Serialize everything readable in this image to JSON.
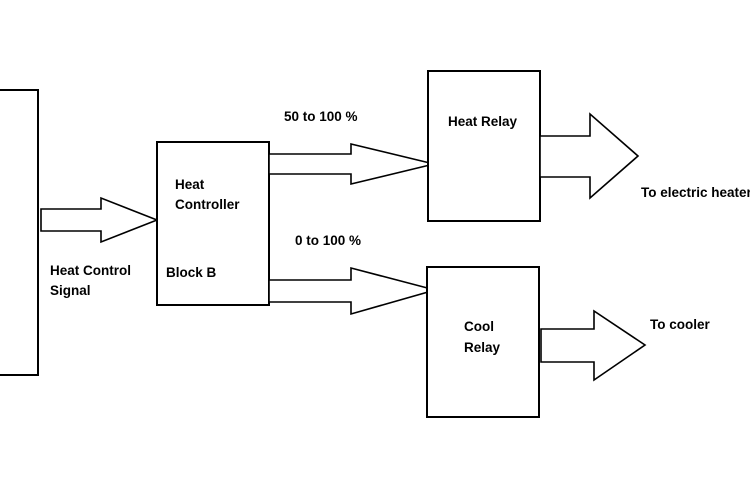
{
  "colors": {
    "stroke": "#000000",
    "fill": "#ffffff",
    "text": "#000000"
  },
  "left_block": {
    "signal_label_line1": "Heat Control",
    "signal_label_line2": "Signal"
  },
  "heat_controller": {
    "title_line1": "Heat",
    "title_line2": "Controller",
    "block_label": "Block B"
  },
  "heat_relay": {
    "title": "Heat Relay",
    "range_label": "50 to 100 %",
    "output_label": "To electric heater"
  },
  "cool_relay": {
    "title_line1": "Cool",
    "title_line2": "Relay",
    "range_label": "0 to 100 %",
    "output_label": "To cooler"
  }
}
